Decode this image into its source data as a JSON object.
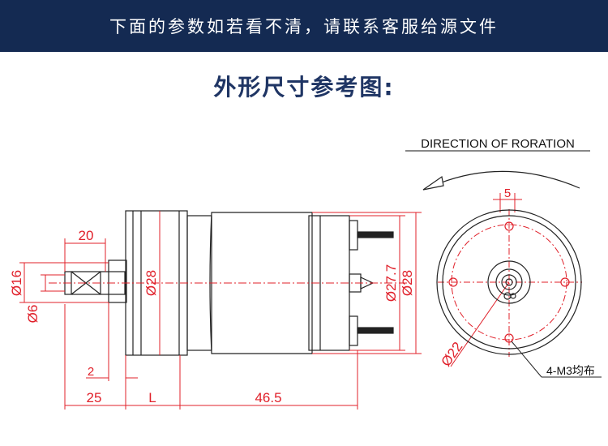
{
  "banner": {
    "text": "下面的参数如若看不清，请联系客服给源文件"
  },
  "title": {
    "text": "外形尺寸参考图:"
  },
  "colors": {
    "banner_bg": "#142a52",
    "title": "#1f3564",
    "dimension": "#e0202a",
    "outline": "#222222"
  },
  "side_view": {
    "dims": {
      "d20": "20",
      "d16": "Ø16",
      "d6": "Ø6",
      "d28_gear": "Ø28",
      "d277": "Ø27.7",
      "d28_motor": "Ø28",
      "d2": "2",
      "d25": "25",
      "dL": "L",
      "d465": "46.5"
    }
  },
  "end_view": {
    "direction_label": "DIRECTION OF RORATION",
    "d5": "5",
    "d22": "Ø22",
    "holes_note": "4-M3均布"
  }
}
